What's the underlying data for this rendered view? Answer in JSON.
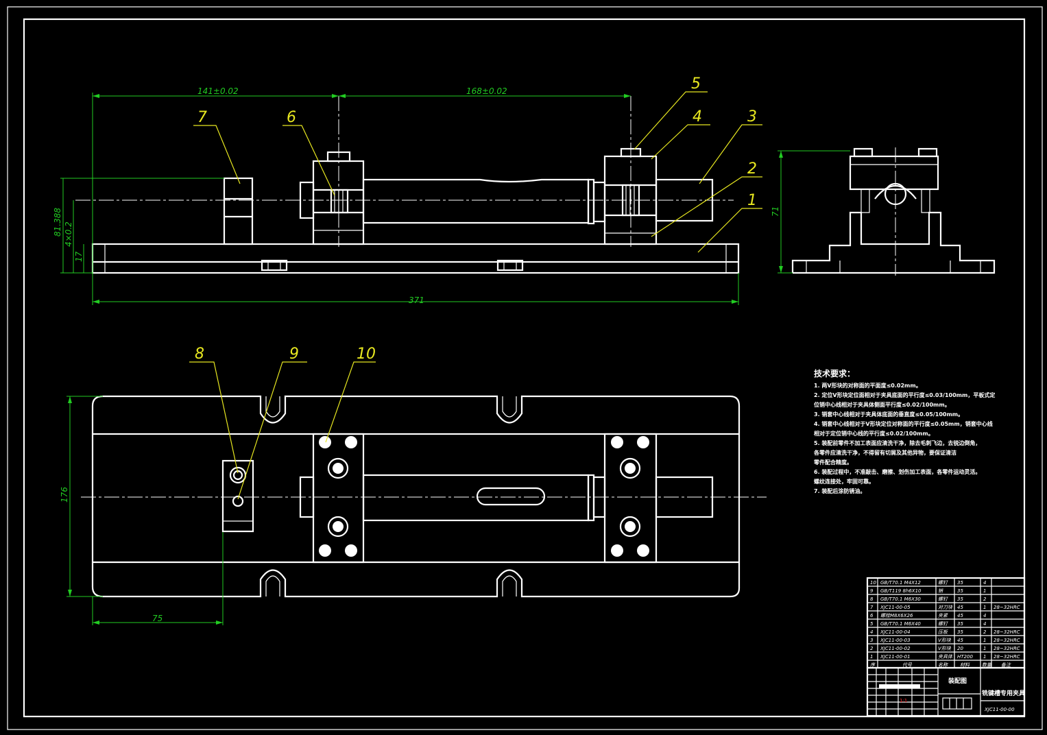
{
  "dimensions": {
    "top_left": "141±0.02",
    "top_right": "168±0.02",
    "overall_length": "371",
    "side_height": "71",
    "left_h1": "81.388",
    "left_h2": "4×0.2",
    "left_h3": "17",
    "plan_width": "176",
    "plan_offset": "75"
  },
  "balloons": {
    "b1": "1",
    "b2": "2",
    "b3": "3",
    "b4": "4",
    "b5": "5",
    "b6": "6",
    "b7": "7",
    "b8": "8",
    "b9": "9",
    "b10": "10"
  },
  "tech_notes": {
    "heading": "技术要求：",
    "lines": [
      "1. 两V形块的对称面的平面度≤0.02mm。",
      "2. 定位V形块定位面相对于夹具底面的平行度≤0.03/100mm，平板式定",
      "位销中心线相对于夹具体侧面平行度≤0.02/100mm。",
      "3. 销套中心线相对于夹具体底面的垂直度≤0.05/100mm。",
      "4. 销套中心线相对于V形块定位对称面的平行度≤0.05mm，销套中心线",
      "相对于定位销中心线的平行度≤0.02/100mm。",
      "5. 装配前零件不加工表面应清洗干净，除去毛刺飞边，去锐边倒角，",
      "各零件应清洗干净，不得留有切屑及其他异物，要保证清洁",
      "零件配合精度。",
      "6. 装配过程中，不准敲击、磨擦、划伤加工表面，各零件运动灵活。",
      "螺纹连接处，牢固可靠。",
      "7. 装配后涂防锈油。"
    ]
  },
  "bom": [
    {
      "no": "10",
      "code": "GB/T70.1 M4X12",
      "name": "螺钉",
      "qty": "4",
      "mat": "35",
      "note": ""
    },
    {
      "no": "9",
      "code": "GB/T119 8h6X10",
      "name": "销",
      "qty": "1",
      "mat": "35",
      "note": ""
    },
    {
      "no": "8",
      "code": "GB/T70.1 M6X30",
      "name": "螺钉",
      "qty": "2",
      "mat": "35",
      "note": ""
    },
    {
      "no": "7",
      "code": "XJC11-00-05",
      "name": "对刀块",
      "qty": "1",
      "mat": "45",
      "note": "28~32HRC"
    },
    {
      "no": "6",
      "code": "螺栓M8X6X26",
      "name": "夹紧",
      "qty": "4",
      "mat": "45",
      "note": ""
    },
    {
      "no": "5",
      "code": "GB/T70.1 M6X40",
      "name": "螺钉",
      "qty": "4",
      "mat": "35",
      "note": ""
    },
    {
      "no": "4",
      "code": "XJC11-00-04",
      "name": "压板",
      "qty": "2",
      "mat": "35",
      "note": "28~32HRC"
    },
    {
      "no": "3",
      "code": "XJC11-00-03",
      "name": "V形块",
      "qty": "1",
      "mat": "45",
      "note": "28~32HRC"
    },
    {
      "no": "2",
      "code": "XJC11-00-02",
      "name": "V形块",
      "qty": "1",
      "mat": "20",
      "note": "28~32HRC"
    },
    {
      "no": "1",
      "code": "XJC11-00-01",
      "name": "夹具体",
      "qty": "1",
      "mat": "HT200",
      "note": "28~32HRC"
    }
  ],
  "bom_header": {
    "no": "序",
    "code": "代号",
    "name": "名称",
    "qty": "数量",
    "mat": "材料",
    "note": "备注"
  },
  "title_block": {
    "drawing_type": "装配图",
    "drawing_name": "铣键槽专用夹具",
    "drawing_code": "XJC11-00-00",
    "scale_mark": "1:1"
  },
  "colors": {
    "background": "#000000",
    "geometry": "#ffffff",
    "dimension": "#22cc22",
    "leader": "#e8e820"
  }
}
